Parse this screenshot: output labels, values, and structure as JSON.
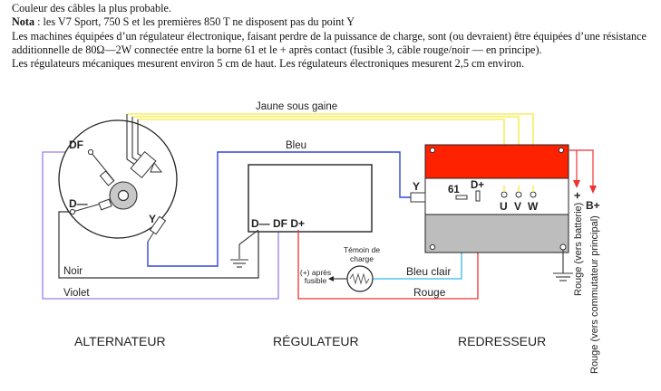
{
  "text": {
    "line1": "Couleur des câbles la plus probable.",
    "nota_label": "Nota",
    "nota_text": " : les V7 Sport, 750 S et les premières 850 T ne disposent pas du point Y",
    "para1": "Les machines équipées d’un régulateur électronique, faisant perdre de la puissance de charge, sont (ou devraient) être équipées d’une résistance additionnelle de 80Ω—2W connectée entre la borne 61 et le + après contact (fusible 3, câble rouge/noir — en principe).",
    "para2": "Les régulateurs mécaniques mesurent environ 5 cm de haut. Les régulateurs électroniques mesurent 2,5 cm environ."
  },
  "diagram": {
    "wires": {
      "yellow": "Jaune sous gaine",
      "blue": "Bleu",
      "black": "Noir",
      "violet": "Violet",
      "light_blue": "Bleu clair",
      "red": "Rouge",
      "red_battery": "Rouge (vers batterie)",
      "red_main_switch": "Rouge (vers commutateur principal)"
    },
    "terminals": {
      "alt_df": "DF",
      "alt_dminus": "D—",
      "alt_y": "Y",
      "reg_terms": "D— DF D+",
      "red_y": "Y",
      "red_61": "61",
      "red_dplus": "D+",
      "red_u": "U",
      "red_v": "V",
      "red_w": "W",
      "plus": "+",
      "bplus": "B+"
    },
    "lamp": {
      "title_line1": "Témoin de",
      "title_line2": "charge",
      "after_fuse_line1": "(+) après",
      "after_fuse_line2": "fusible"
    },
    "components": {
      "alternator": "ALTERNATEUR",
      "regulator": "RÉGULATEUR",
      "rectifier": "REDRESSEUR"
    },
    "colors": {
      "yellow": "#f5ef5a",
      "blue": "#3344dd",
      "violet": "#9a7de8",
      "light_blue": "#33bbe6",
      "red": "#ee3333",
      "rectifier_red": "#ff2200",
      "rectifier_gray": "#bdbdbd"
    }
  }
}
